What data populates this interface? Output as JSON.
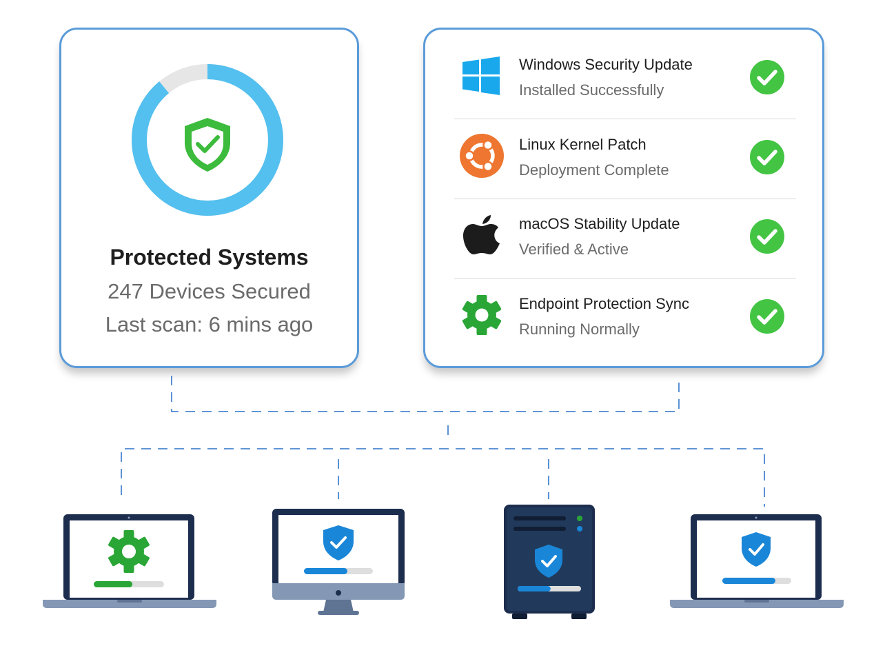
{
  "status_card": {
    "title": "Protected Systems",
    "devices": "247 Devices Secured",
    "last_scan": "Last scan: 6 mins ago",
    "protected_fraction": 0.89
  },
  "updates": [
    {
      "title": "Windows Security Update",
      "subtitle": "Installed Successfully",
      "icon": "windows-logo-icon"
    },
    {
      "title": "Linux Kernel Patch",
      "subtitle": "Deployment Complete",
      "icon": "ubuntu-logo-icon"
    },
    {
      "title": "macOS Stability Update",
      "subtitle": "Verified & Active",
      "icon": "apple-logo-icon"
    },
    {
      "title": "Endpoint Protection Sync",
      "subtitle": "Running Normally",
      "icon": "gear-icon"
    }
  ],
  "devices": [
    {
      "type": "laptop",
      "icon": "gear-icon",
      "progress": 0.55
    },
    {
      "type": "desktop",
      "icon": "shield-check-icon",
      "progress": 0.63
    },
    {
      "type": "server",
      "icon": "shield-check-icon",
      "progress": 0.52
    },
    {
      "type": "laptop",
      "icon": "shield-check-icon",
      "progress": 0.77
    }
  ],
  "colors": {
    "card_border": "#5b9bd9",
    "ring_progress": "#54c0ef",
    "ring_track": "#e6e6e6",
    "shield_green": "#3cbb3c",
    "check_green": "#43c443",
    "windows_blue": "#19a8ec",
    "ubuntu_orange": "#ee7630",
    "device_navy": "#1c2d4e",
    "device_blue": "#1a86d8",
    "device_green": "#2aa636"
  }
}
